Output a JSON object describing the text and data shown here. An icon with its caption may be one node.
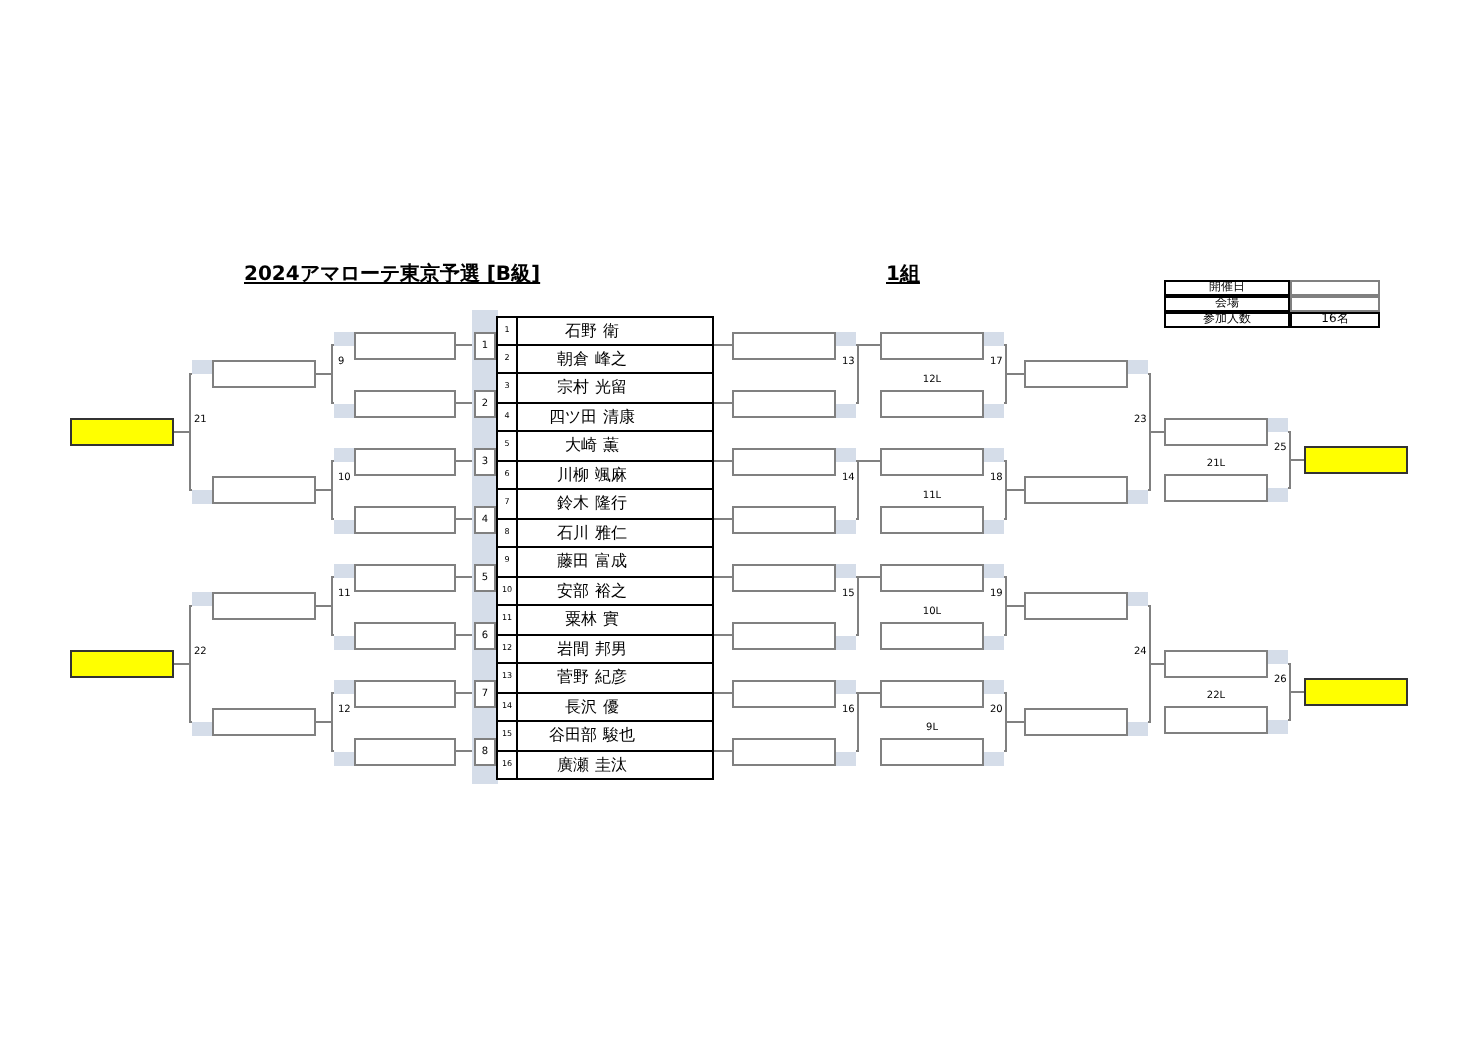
{
  "diagram": {
    "title": "2024アマローテ東京予選 [B級]",
    "nodes": [
      {
        "text": [
          "1",
          "石野 衛"
        ]
      },
      {
        "text": [
          "2",
          "朝倉 峰之"
        ]
      },
      {
        "text": [
          "3",
          "宗村 光留"
        ]
      },
      {
        "text": [
          "4",
          "四ツ田 清康"
        ]
      },
      {
        "text": [
          "5",
          "大崎 薫"
        ]
      },
      {
        "text": [
          "6",
          "川柳 颯麻"
        ]
      },
      {
        "text": [
          "7",
          "鈴木 隆行"
        ]
      },
      {
        "text": [
          "8",
          "石川 雅仁"
        ]
      },
      {
        "text": [
          "9",
          "藤田 富成"
        ]
      },
      {
        "text": [
          "10",
          "安部 裕之"
        ]
      },
      {
        "text": [
          "11",
          "粟林 實"
        ]
      },
      {
        "text": [
          "12",
          "岩間 邦男"
        ]
      },
      {
        "text": [
          "13",
          "菅野 紀彦"
        ]
      },
      {
        "text": [
          "14",
          "長沢 優"
        ]
      },
      {
        "text": [
          "15",
          "谷田部 駿也"
        ]
      },
      {
        "text": [
          "16",
          "廣瀬 圭汰"
        ]
      },
      {
        "text": [
          "1"
        ]
      },
      {
        "text": [
          "2"
        ]
      },
      {
        "text": [
          "3"
        ]
      },
      {
        "text": [
          "4"
        ]
      },
      {
        "text": [
          "5"
        ]
      },
      {
        "text": [
          "6"
        ]
      },
      {
        "text": [
          "7"
        ]
      },
      {
        "text": [
          "8"
        ]
      },
      {
        "text": [],
        "shape": "box"
      },
      {
        "text": [],
        "shape": "box"
      },
      {
        "text": [],
        "shape": "box"
      },
      {
        "text": [],
        "shape": "box"
      },
      {
        "text": [],
        "shape": "box"
      },
      {
        "text": [],
        "shape": "box"
      },
      {
        "text": [],
        "shape": "box"
      },
      {
        "text": [],
        "shape": "box"
      },
      {
        "text": [],
        "shape": "box"
      },
      {
        "text": [],
        "shape": "box"
      },
      {
        "text": [],
        "shape": "box"
      },
      {
        "text": [],
        "shape": "box"
      },
      {
        "text": [],
        "shape": "box"
      },
      {
        "text": [],
        "shape": "box"
      },
      {
        "text": [],
        "shape": "box"
      },
      {
        "text": [],
        "shape": "box"
      },
      {
        "text": [],
        "shape": "box"
      },
      {
        "text": [],
        "shape": "box"
      },
      {
        "text": [],
        "shape": "box"
      },
      {
        "text": [],
        "shape": "box"
      },
      {
        "text": [],
        "shape": "box"
      },
      {
        "text": [],
        "shape": "box"
      },
      {
        "text": [],
        "shape": "box"
      },
      {
        "text": [],
        "shape": "box",
        "beside": [
          "12L"
        ]
      },
      {
        "text": [],
        "shape": "box"
      },
      {
        "text": [],
        "shape": "box",
        "beside": [
          "11L"
        ]
      },
      {
        "text": [],
        "shape": "box"
      },
      {
        "text": [],
        "shape": "box",
        "beside": [
          "10L"
        ]
      },
      {
        "text": [],
        "shape": "box"
      },
      {
        "text": [],
        "shape": "box",
        "beside": [
          "9L"
        ]
      },
      {
        "text": [],
        "shape": "box"
      },
      {
        "text": [],
        "shape": "box"
      },
      {
        "text": [],
        "shape": "box"
      },
      {
        "text": [],
        "shape": "box"
      },
      {
        "text": [],
        "shape": "box"
      },
      {
        "text": [],
        "shape": "box",
        "beside": [
          "21L"
        ]
      },
      {
        "text": [],
        "shape": "box"
      },
      {
        "text": [],
        "shape": "box",
        "beside": [
          "22L"
        ]
      },
      {
        "text": [],
        "shape": "box"
      },
      {
        "text": [],
        "shape": "box"
      }
    ],
    "edges": [
      {
        "from": 16,
        "to": 30,
        "arrow": "none"
      },
      {
        "from": 17,
        "to": 31,
        "arrow": "none"
      },
      {
        "from": 18,
        "to": 32,
        "arrow": "none"
      },
      {
        "from": 19,
        "to": 33,
        "arrow": "none"
      },
      {
        "from": 20,
        "to": 34,
        "arrow": "none"
      },
      {
        "from": 21,
        "to": 35,
        "arrow": "none"
      },
      {
        "from": 22,
        "to": 36,
        "arrow": "none"
      },
      {
        "from": 23,
        "to": 37,
        "arrow": "none"
      },
      {
        "from": 0,
        "to": 38,
        "arrow": "none"
      },
      {
        "from": 2,
        "to": 39,
        "arrow": "none"
      },
      {
        "from": 4,
        "to": 40,
        "arrow": "none"
      },
      {
        "from": 6,
        "to": 41,
        "arrow": "none"
      },
      {
        "from": 8,
        "to": 42,
        "arrow": "none"
      },
      {
        "from": 10,
        "to": 43,
        "arrow": "none"
      },
      {
        "from": 12,
        "to": 44,
        "arrow": "none"
      },
      {
        "from": 14,
        "to": 45,
        "arrow": "none"
      },
      {
        "from": 30,
        "to": 26,
        "arrow": "none"
      },
      {
        "from": 31,
        "to": 26,
        "arrow": "none"
      },
      {
        "from": 32,
        "to": 27,
        "arrow": "none"
      },
      {
        "from": 33,
        "to": 27,
        "arrow": "none"
      },
      {
        "from": 34,
        "to": 28,
        "arrow": "none"
      },
      {
        "from": 35,
        "to": 28,
        "arrow": "none"
      },
      {
        "from": 36,
        "to": 29,
        "arrow": "none"
      },
      {
        "from": 37,
        "to": 29,
        "arrow": "none"
      },
      {
        "from": 26,
        "to": 24,
        "arrow": "none"
      },
      {
        "from": 27,
        "to": 24,
        "arrow": "none"
      },
      {
        "from": 28,
        "to": 25,
        "arrow": "none"
      },
      {
        "from": 29,
        "to": 25,
        "arrow": "none"
      },
      {
        "from": 38,
        "to": 46,
        "arrow": "none"
      },
      {
        "from": 39,
        "to": 46,
        "arrow": "none"
      },
      {
        "from": 40,
        "to": 48,
        "arrow": "none"
      },
      {
        "from": 41,
        "to": 48,
        "arrow": "none"
      },
      {
        "from": 42,
        "to": 50,
        "arrow": "none"
      },
      {
        "from": 43,
        "to": 50,
        "arrow": "none"
      },
      {
        "from": 44,
        "to": 52,
        "arrow": "none"
      },
      {
        "from": 45,
        "to": 52,
        "arrow": "none"
      },
      {
        "from": 46,
        "to": 54,
        "arrow": "none"
      },
      {
        "from": 47,
        "to": 54,
        "arrow": "none"
      },
      {
        "from": 48,
        "to": 55,
        "arrow": "none"
      },
      {
        "from": 49,
        "to": 55,
        "arrow": "none"
      },
      {
        "from": 50,
        "to": 56,
        "arrow": "none"
      },
      {
        "from": 51,
        "to": 56,
        "arrow": "none"
      },
      {
        "from": 52,
        "to": 57,
        "arrow": "none"
      },
      {
        "from": 53,
        "to": 57,
        "arrow": "none"
      },
      {
        "from": 54,
        "to": 58,
        "arrow": "none"
      },
      {
        "from": 55,
        "to": 58,
        "arrow": "none"
      },
      {
        "from": 56,
        "to": 60,
        "arrow": "none"
      },
      {
        "from": 57,
        "to": 60,
        "arrow": "none"
      },
      {
        "from": 58,
        "to": 62,
        "arrow": "none"
      },
      {
        "from": 59,
        "to": 62,
        "arrow": "none"
      },
      {
        "from": 60,
        "to": 63,
        "arrow": "none"
      },
      {
        "from": 61,
        "to": 63,
        "arrow": "none"
      }
    ],
    "labels": [
      "1組",
      "開催日",
      "会場",
      "参加人数",
      "16名",
      "9",
      "10",
      "11",
      "12",
      "13",
      "14",
      "15",
      "16",
      "17",
      "18",
      "19",
      "20",
      "21",
      "22",
      "23",
      "24",
      "25",
      "26"
    ]
  }
}
